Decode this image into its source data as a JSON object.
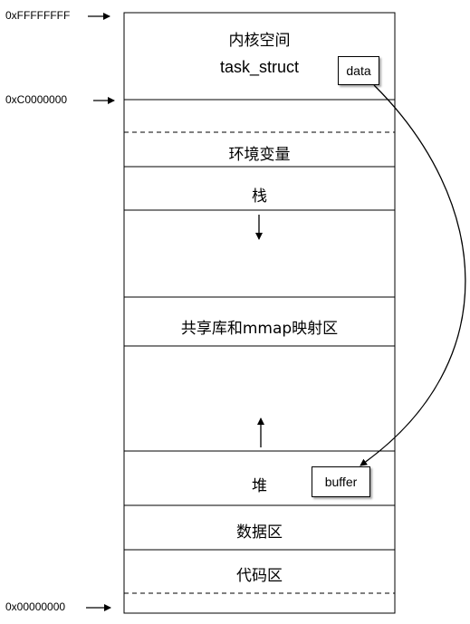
{
  "addresses": {
    "top": "0xFFFFFFFF",
    "kernel_boundary": "0xC0000000",
    "bottom": "0x00000000"
  },
  "segments": {
    "kernel_space": "内核空间",
    "task_struct": "task_struct",
    "env_vars": "环境变量",
    "stack": "栈",
    "shared_mmap": "共享库和mmap映射区",
    "heap": "堆",
    "data": "数据区",
    "code": "代码区"
  },
  "boxes": {
    "data": "data",
    "buffer": "buffer"
  },
  "colors": {
    "line": "#000000",
    "background": "#ffffff"
  }
}
